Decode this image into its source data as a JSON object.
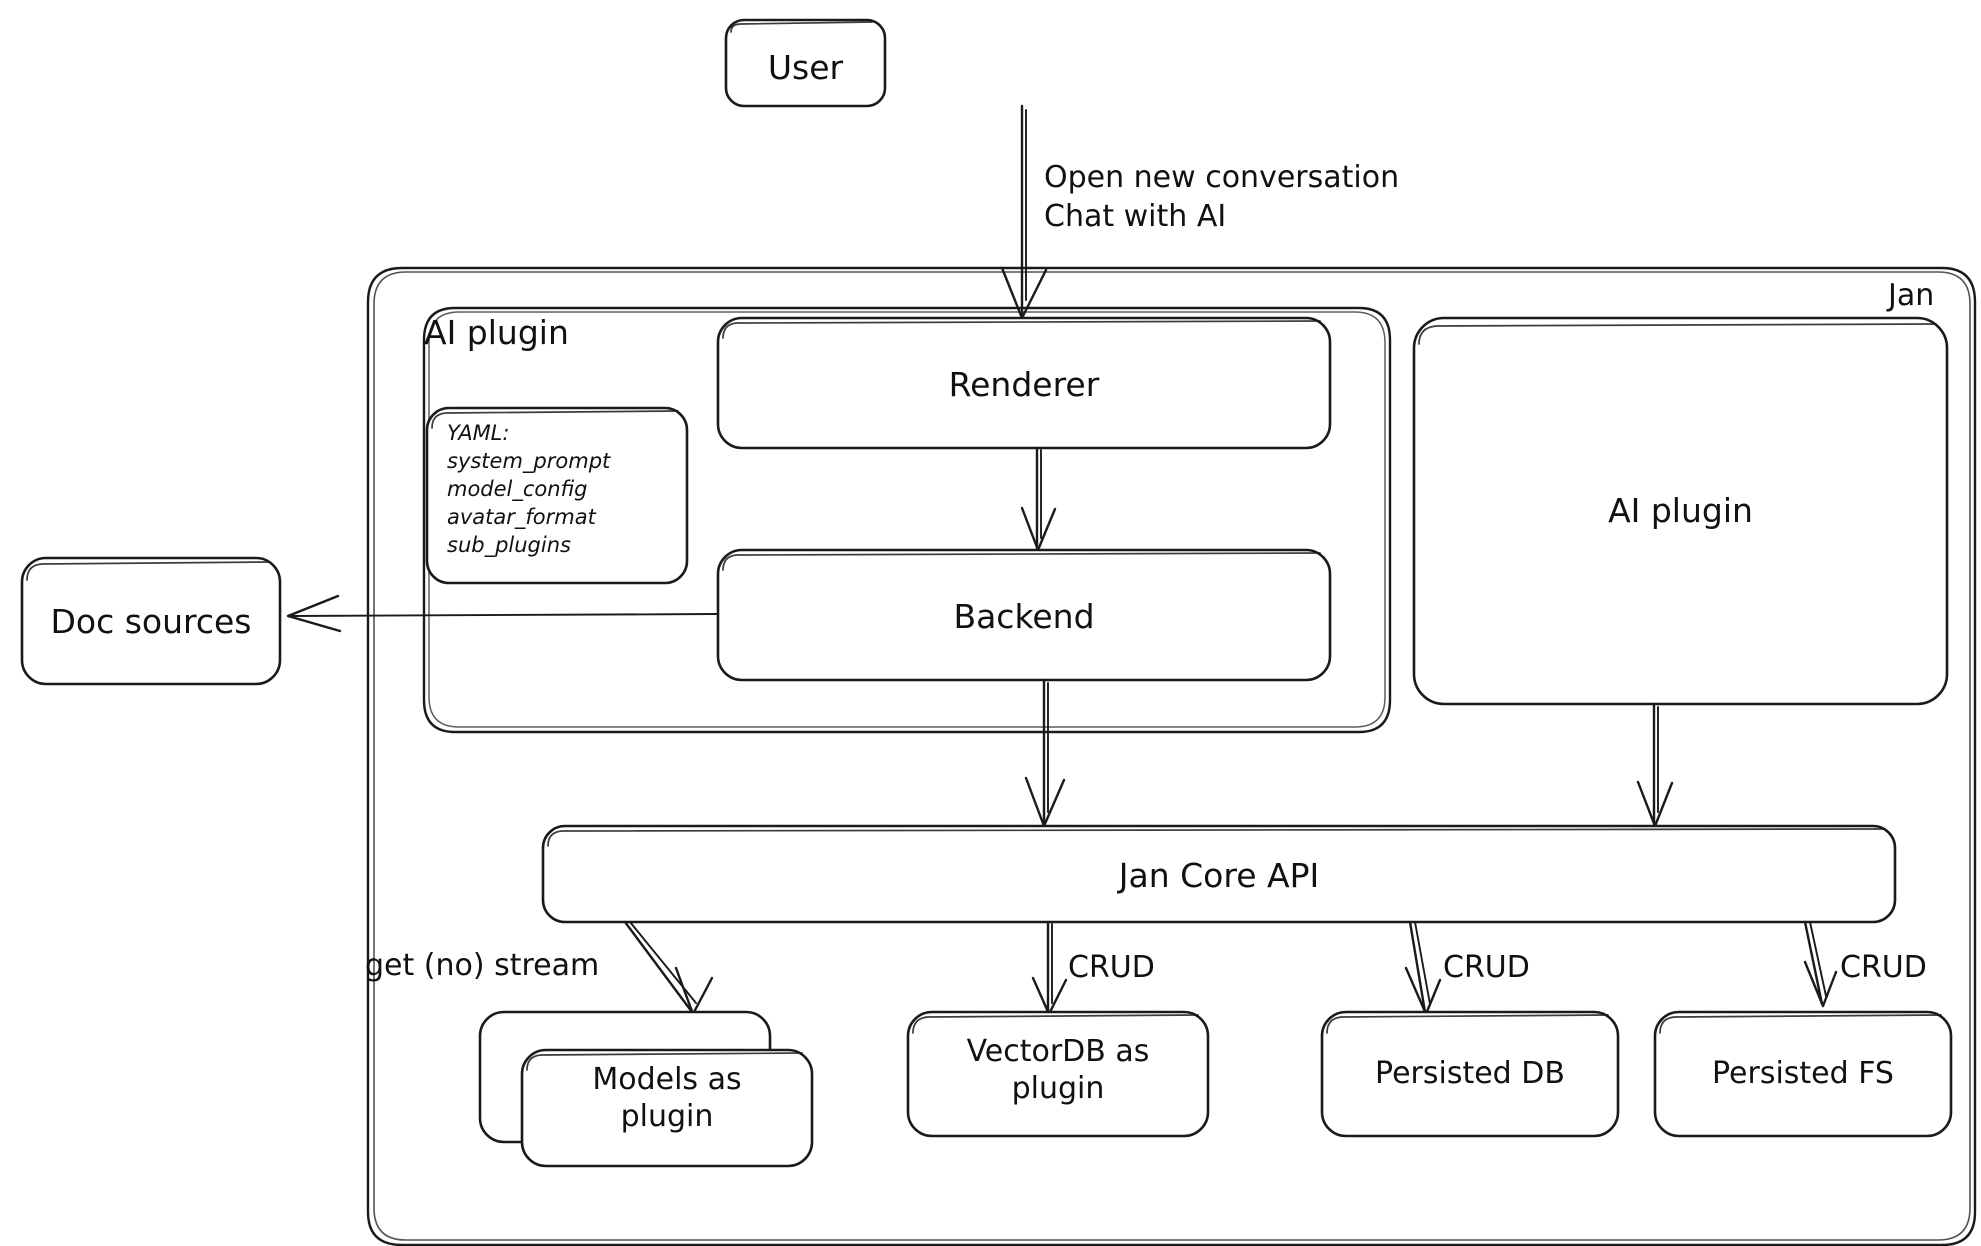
{
  "diagram": {
    "title_label": "Jan",
    "nodes": {
      "user": "User",
      "renderer": "Renderer",
      "backend": "Backend",
      "ai_plugin_group": "AI plugin",
      "ai_plugin_box": "AI plugin",
      "doc_sources": "Doc sources",
      "jan_core_api": "Jan Core API",
      "models_as_plugin": "Models as\nplugin",
      "vectordb_as_plugin": "VectorDB as\nplugin",
      "persisted_db": "Persisted DB",
      "persisted_fs": "Persisted FS"
    },
    "yaml_card": {
      "header": "YAML:",
      "keys": [
        "system_prompt",
        "model_config",
        "avatar_format",
        "sub_plugins"
      ],
      "text": "YAML:\nsystem_prompt\nmodel_config\navatar_format\nsub_plugins"
    },
    "edge_labels": {
      "user_to_renderer": "Open new conversation\nChat with AI",
      "core_to_models": "get (no) stream",
      "core_to_vectordb": "CRUD",
      "core_to_persisted_db": "CRUD",
      "core_to_persisted_fs": "CRUD"
    },
    "colors": {
      "stroke": "#1a1a1a",
      "background": "#ffffff",
      "text": "#111111"
    }
  }
}
